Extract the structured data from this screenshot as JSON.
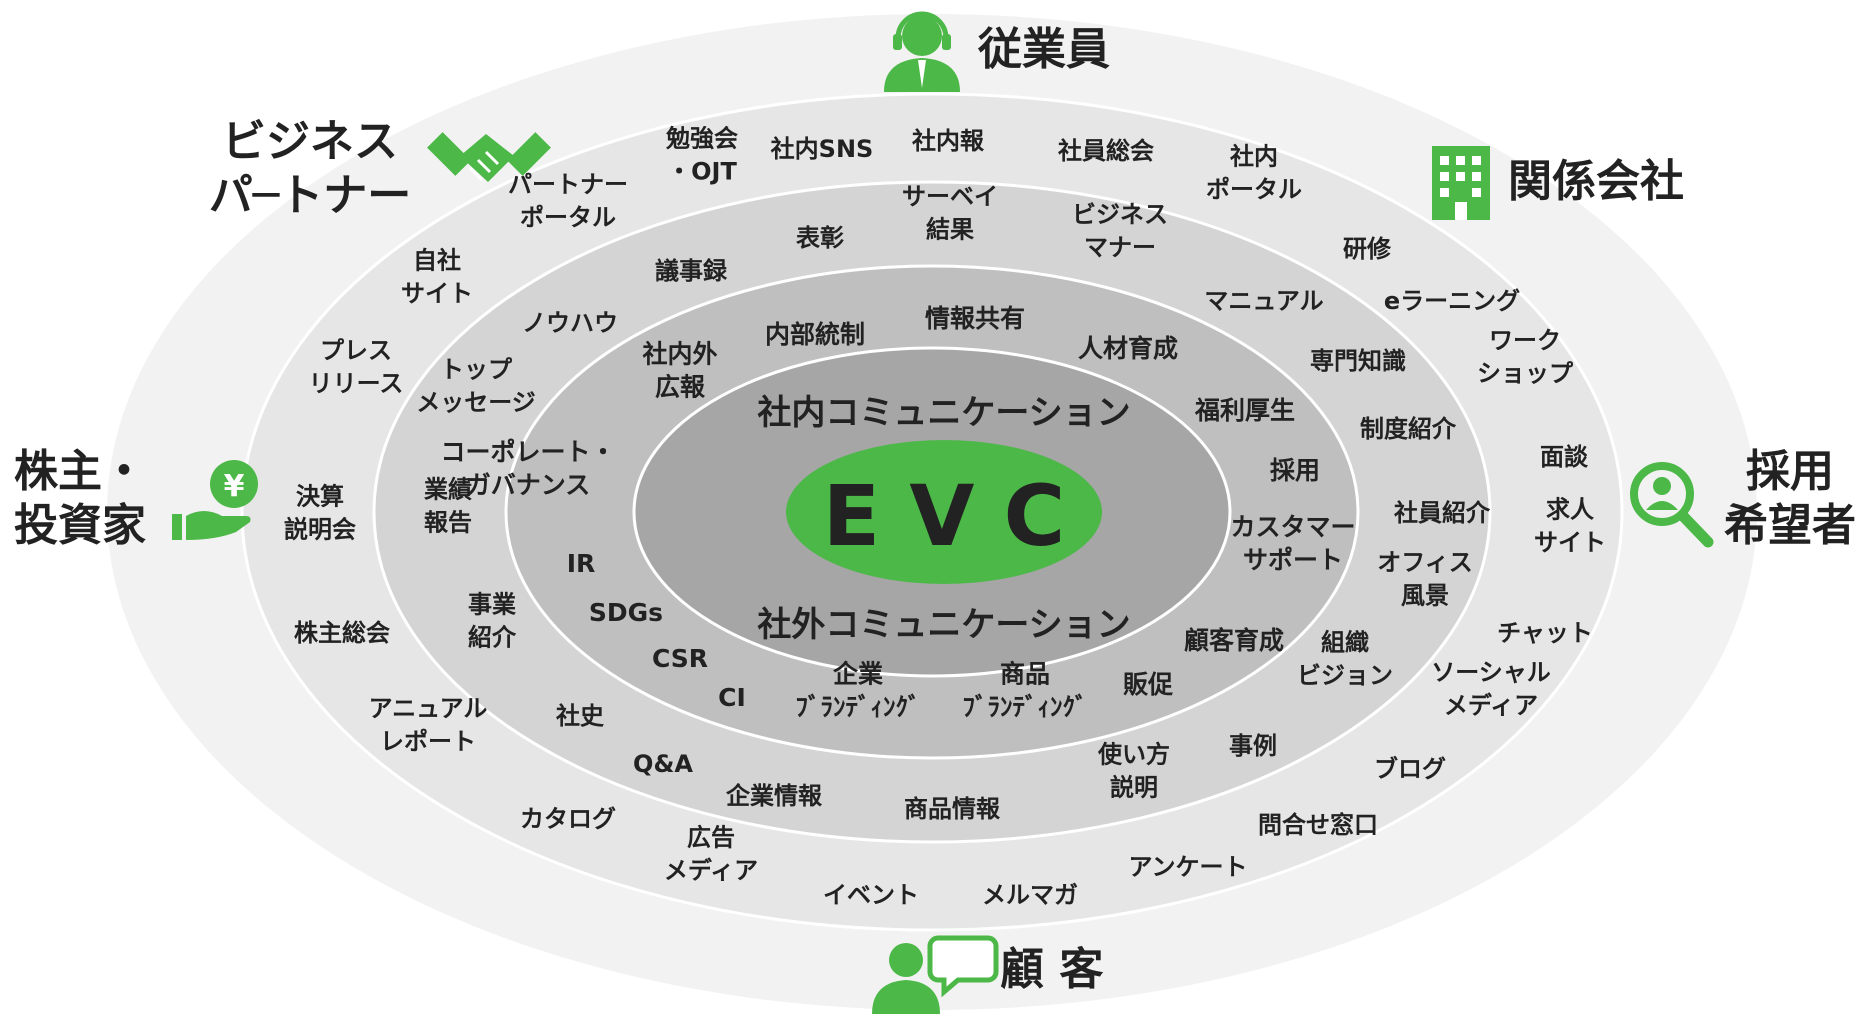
{
  "center": {
    "label": "E V C"
  },
  "inner_ring": {
    "top_label": "社内コミュニケーション",
    "bottom_label": "社外コミュニケーション"
  },
  "stakeholders": {
    "employees": "従業員",
    "affiliates": "関係会社",
    "applicants": [
      "採用",
      "希望者"
    ],
    "customers": "顧 客",
    "shareholders": [
      "株主・",
      "投資家"
    ],
    "partners": [
      "ビジネス",
      "パ─トナー"
    ]
  },
  "ring3_items": [
    [
      "社内外",
      "広報"
    ],
    [
      "内部統制"
    ],
    [
      "情報共有"
    ],
    [
      "人材育成"
    ],
    [
      "福利厚生"
    ],
    [
      "採用"
    ],
    [
      "カスタマー",
      "サポート"
    ],
    [
      "顧客育成"
    ],
    [
      "販促"
    ],
    [
      "商品",
      "ﾌﾞﾗﾝﾃﾞｨﾝｸﾞ"
    ],
    [
      "企業",
      "ﾌﾞﾗﾝﾃﾞｨﾝｸﾞ"
    ],
    [
      "CI"
    ],
    [
      "CSR"
    ],
    [
      "SDGs"
    ],
    [
      "IR"
    ],
    [
      "コーポレート・",
      "ガバナンス"
    ]
  ],
  "ring2_items": [
    [
      "議事録"
    ],
    [
      "表彰"
    ],
    [
      "サーベイ",
      "結果"
    ],
    [
      "ビジネス",
      "マナー"
    ],
    [
      "マニュアル"
    ],
    [
      "専門知識"
    ],
    [
      "制度紹介"
    ],
    [
      "社員紹介"
    ],
    [
      "オフィス",
      "風景"
    ],
    [
      "組織",
      "ビジョン"
    ],
    [
      "事例"
    ],
    [
      "使い方",
      "説明"
    ],
    [
      "商品情報"
    ],
    [
      "企業情報"
    ],
    [
      "Q&A"
    ],
    [
      "社史"
    ],
    [
      "事業",
      "紹介"
    ],
    [
      "業績",
      "報告"
    ],
    [
      "トップ",
      "メッセージ"
    ],
    [
      "ノウハウ"
    ]
  ],
  "ring1_items": [
    [
      "勉強会",
      "・OJT"
    ],
    [
      "社内SNS"
    ],
    [
      "社内報"
    ],
    [
      "社員総会"
    ],
    [
      "社内",
      "ポータル"
    ],
    [
      "研修"
    ],
    [
      "eラーニング"
    ],
    [
      "ワーク",
      "ショップ"
    ],
    [
      "面談"
    ],
    [
      "求人",
      "サイト"
    ],
    [
      "チャット"
    ],
    [
      "ソーシャル",
      "メディア"
    ],
    [
      "ブログ"
    ],
    [
      "問合せ窓口"
    ],
    [
      "アンケート"
    ],
    [
      "メルマガ"
    ],
    [
      "イベント"
    ],
    [
      "広告",
      "メディア"
    ],
    [
      "カタログ"
    ],
    [
      "アニュアル",
      "レポート"
    ],
    [
      "株主総会"
    ],
    [
      "決算",
      "説明会"
    ],
    [
      "プレス",
      "リリース"
    ],
    [
      "自社",
      "サイト"
    ],
    [
      "パートナー",
      "ポータル"
    ]
  ],
  "colors": {
    "center_fill": "#4cb848",
    "icon_green": "#4cb848",
    "ring_outer": "#f2f2f2",
    "ring_1": "#e6e6e6",
    "ring_2": "#d4d4d4",
    "ring_3": "#bfbfbf",
    "ring_4": "#a6a6a6"
  },
  "icons": [
    "operator-icon",
    "building-icon",
    "search-person-icon",
    "chat-person-icon",
    "yen-hand-icon",
    "handshake-icon"
  ]
}
